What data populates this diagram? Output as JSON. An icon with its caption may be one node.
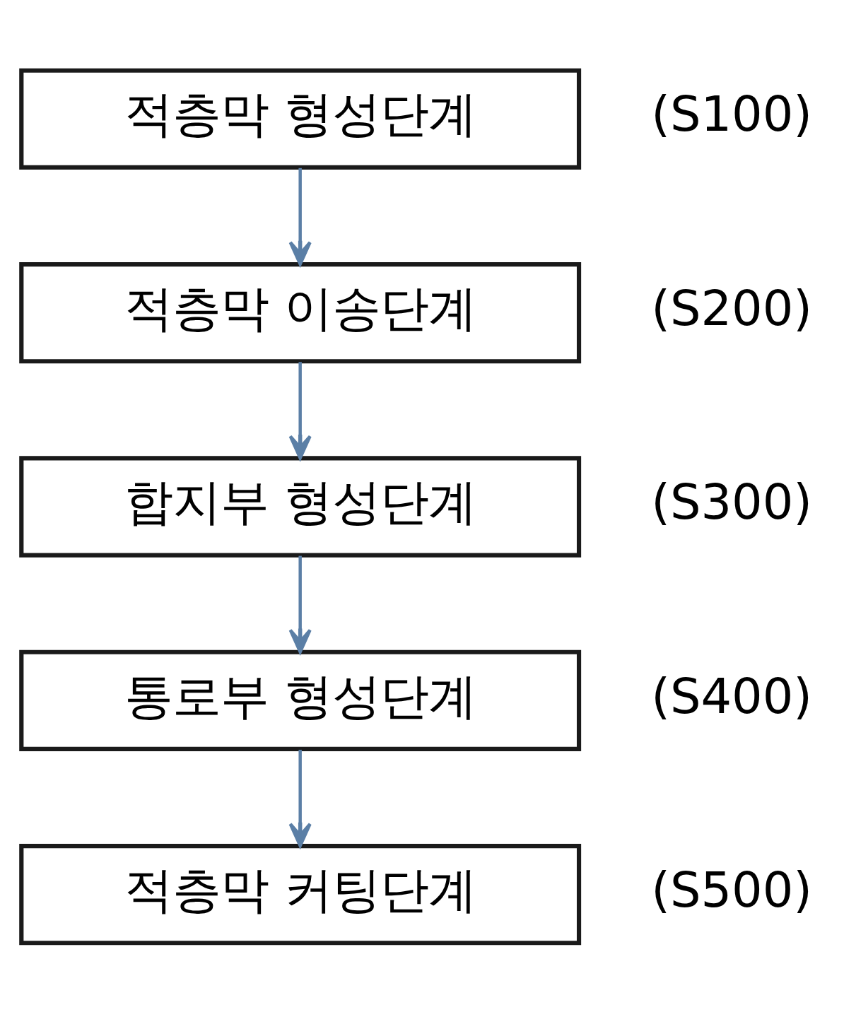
{
  "diagram": {
    "nodes": [
      {
        "text": [
          "적층막 형성단계"
        ],
        "beside": [
          "(S100)"
        ]
      },
      {
        "text": [
          "적층막 이송단계"
        ],
        "beside": [
          "(S200)"
        ]
      },
      {
        "text": [
          "합지부 형성단계"
        ],
        "beside": [
          "(S300)"
        ]
      },
      {
        "text": [
          "통로부 형성단계"
        ],
        "beside": [
          "(S400)"
        ]
      },
      {
        "text": [
          "적층막 커팅단계"
        ],
        "beside": [
          "(S500)"
        ]
      }
    ],
    "edges": [
      {
        "from": 0,
        "to": 1,
        "arrow": "to"
      },
      {
        "from": 1,
        "to": 2,
        "arrow": "to"
      },
      {
        "from": 2,
        "to": 3,
        "arrow": "to"
      },
      {
        "from": 3,
        "to": 4,
        "arrow": "to"
      }
    ]
  }
}
